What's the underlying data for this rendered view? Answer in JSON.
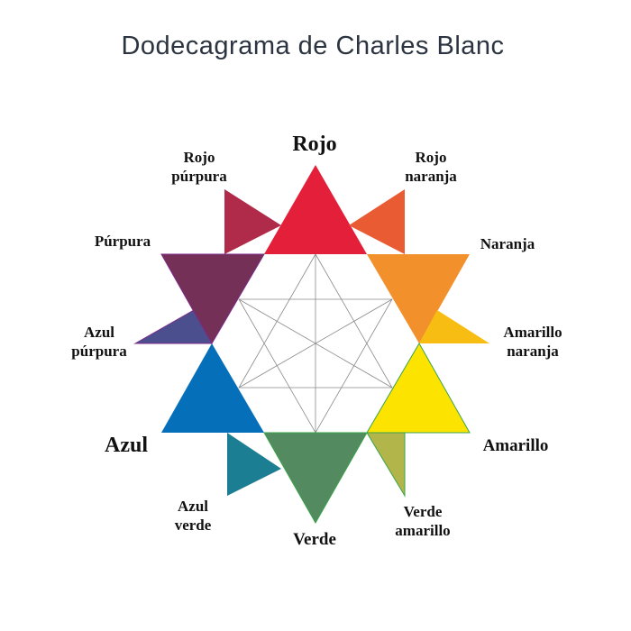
{
  "title": "Dodecagrama de  Charles Blanc",
  "colors": [
    {
      "key": "rojo",
      "lines": [
        "Rojo"
      ],
      "color": "#e31f3a"
    },
    {
      "key": "rojo-naranja",
      "lines": [
        "Rojo",
        "naranja"
      ],
      "color": "#e95b33"
    },
    {
      "key": "naranja",
      "lines": [
        "Naranja"
      ],
      "color": "#f2912c"
    },
    {
      "key": "amarillo-naranja",
      "lines": [
        "Amarillo",
        "naranja"
      ],
      "color": "#f8bd13"
    },
    {
      "key": "amarillo",
      "lines": [
        "Amarillo"
      ],
      "color": "#fce300"
    },
    {
      "key": "verde-amarillo",
      "lines": [
        "Verde",
        "amarillo"
      ],
      "color": "#b2b64a"
    },
    {
      "key": "verde",
      "lines": [
        "Verde"
      ],
      "color": "#538a5f"
    },
    {
      "key": "azul-verde",
      "lines": [
        "Azul",
        "verde"
      ],
      "color": "#1b7e93"
    },
    {
      "key": "azul",
      "lines": [
        "Azul"
      ],
      "color": "#066fba"
    },
    {
      "key": "azul-purpura",
      "lines": [
        "Azul",
        "púrpura"
      ],
      "color": "#4c4f8e"
    },
    {
      "key": "purpura",
      "lines": [
        "Púrpura"
      ],
      "color": "#753057"
    },
    {
      "key": "rojo-purpura",
      "lines": [
        "Rojo",
        "púrpura"
      ],
      "color": "#b02a4a"
    }
  ]
}
